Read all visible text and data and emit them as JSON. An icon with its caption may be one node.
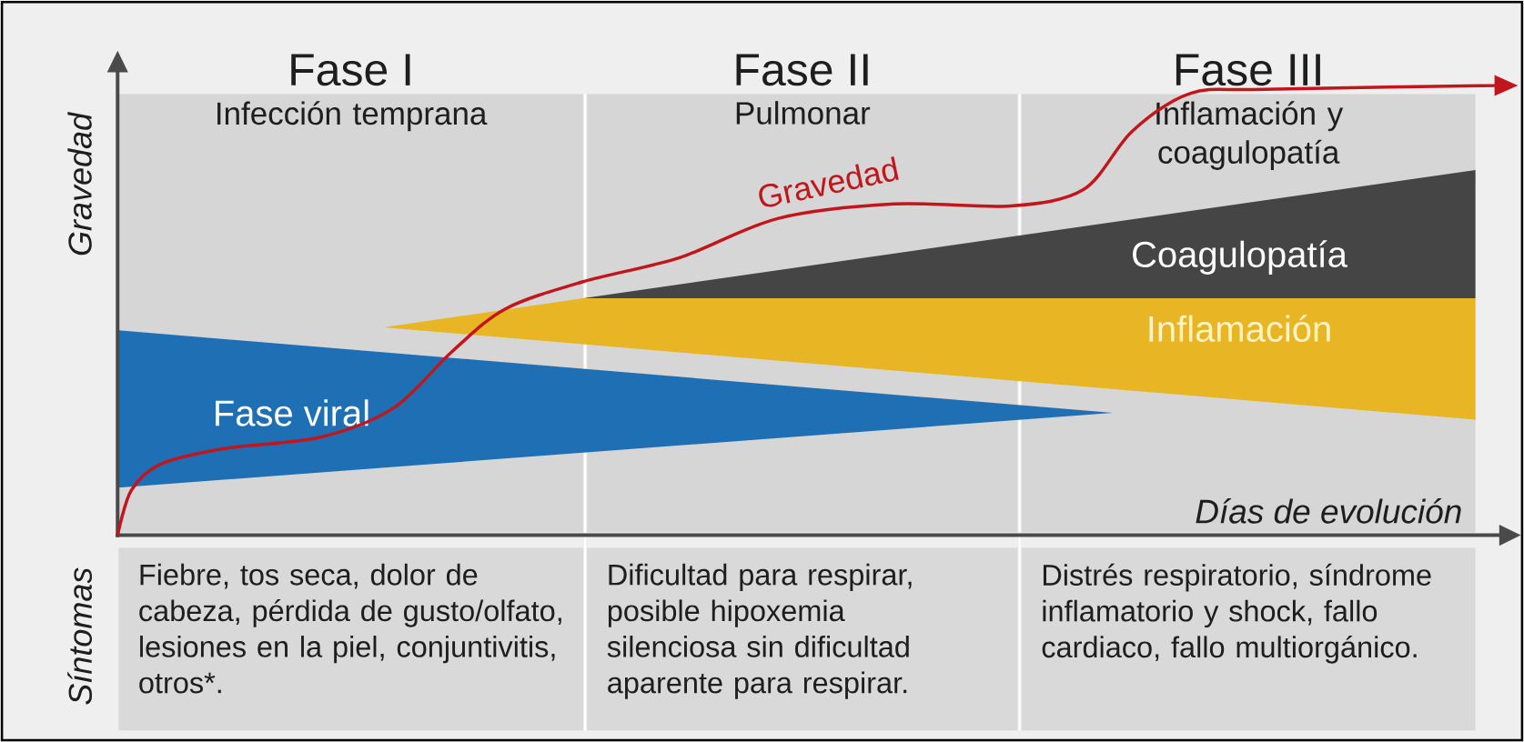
{
  "diagram": {
    "nodes": [
      {
        "text": [
          "Fase I",
          "Infección temprana"
        ]
      },
      {
        "text": [
          "Fase II",
          "Pulmonar"
        ]
      },
      {
        "text": [
          "Fase III",
          "Inflamación y coagulopatía"
        ]
      },
      {
        "text": [
          "Fiebre, tos seca, dolor de cabeza, pérdida de gusto/olfato, lesiones en la piel, conjuntivitis, otros*."
        ]
      },
      {
        "text": [
          "Dificultad para respirar, posible hipoxemia silenciosa sin dificultad aparente para respirar."
        ]
      },
      {
        "text": [
          "Distrés respiratorio, síndrome inflamatorio y shock, fallo cardiaco, fallo multiorgánico."
        ]
      },
      {
        "text": [
          "Fase viral"
        ]
      },
      {
        "text": [
          "Inflamación"
        ]
      },
      {
        "text": [
          "Coagulopatía"
        ]
      }
    ],
    "labels": [
      "Gravedad",
      "Gravedad",
      "Días de evolución",
      "Síntomas"
    ]
  }
}
